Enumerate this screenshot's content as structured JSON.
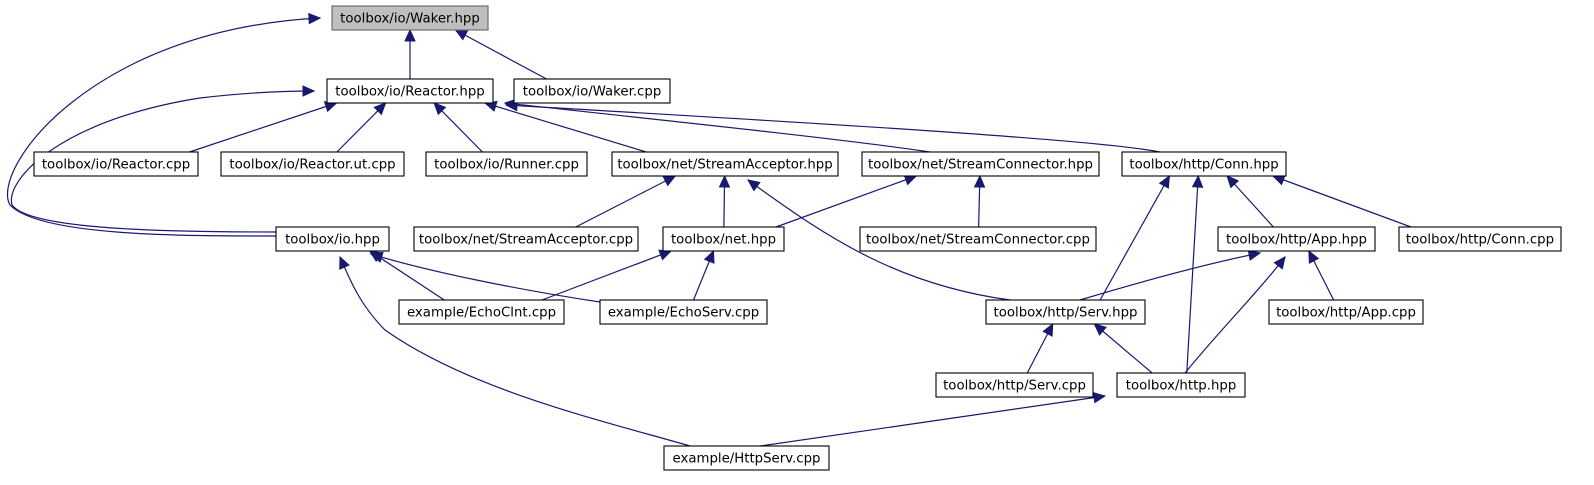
{
  "graph": {
    "colors": {
      "edge": "#191970",
      "root_fill": "#bfbfbf",
      "node_fill": "#ffffff"
    },
    "nodes": [
      {
        "id": "waker_hpp",
        "label": "toolbox/io/Waker.hpp",
        "root": true
      },
      {
        "id": "reactor_hpp",
        "label": "toolbox/io/Reactor.hpp"
      },
      {
        "id": "waker_cpp",
        "label": "toolbox/io/Waker.cpp"
      },
      {
        "id": "reactor_cpp",
        "label": "toolbox/io/Reactor.cpp"
      },
      {
        "id": "reactor_ut_cpp",
        "label": "toolbox/io/Reactor.ut.cpp"
      },
      {
        "id": "runner_cpp",
        "label": "toolbox/io/Runner.cpp"
      },
      {
        "id": "stream_acceptor_hpp",
        "label": "toolbox/net/StreamAcceptor.hpp"
      },
      {
        "id": "stream_connector_hpp",
        "label": "toolbox/net/StreamConnector.hpp"
      },
      {
        "id": "conn_hpp",
        "label": "toolbox/http/Conn.hpp"
      },
      {
        "id": "io_hpp",
        "label": "toolbox/io.hpp"
      },
      {
        "id": "stream_acceptor_cpp",
        "label": "toolbox/net/StreamAcceptor.cpp"
      },
      {
        "id": "net_hpp",
        "label": "toolbox/net.hpp"
      },
      {
        "id": "stream_connector_cpp",
        "label": "toolbox/net/StreamConnector.cpp"
      },
      {
        "id": "app_hpp",
        "label": "toolbox/http/App.hpp"
      },
      {
        "id": "conn_cpp",
        "label": "toolbox/http/Conn.cpp"
      },
      {
        "id": "echo_clnt_cpp",
        "label": "example/EchoClnt.cpp"
      },
      {
        "id": "echo_serv_cpp",
        "label": "example/EchoServ.cpp"
      },
      {
        "id": "serv_hpp",
        "label": "toolbox/http/Serv.hpp"
      },
      {
        "id": "app_cpp",
        "label": "toolbox/http/App.cpp"
      },
      {
        "id": "serv_cpp",
        "label": "toolbox/http/Serv.cpp"
      },
      {
        "id": "http_hpp",
        "label": "toolbox/http.hpp"
      },
      {
        "id": "http_serv_cpp",
        "label": "example/HttpServ.cpp"
      }
    ],
    "edges": [
      {
        "from": "reactor_hpp",
        "to": "waker_hpp"
      },
      {
        "from": "waker_cpp",
        "to": "waker_hpp"
      },
      {
        "from": "io_hpp",
        "to": "waker_hpp"
      },
      {
        "from": "reactor_cpp",
        "to": "reactor_hpp"
      },
      {
        "from": "reactor_ut_cpp",
        "to": "reactor_hpp"
      },
      {
        "from": "runner_cpp",
        "to": "reactor_hpp"
      },
      {
        "from": "stream_acceptor_hpp",
        "to": "reactor_hpp"
      },
      {
        "from": "stream_connector_hpp",
        "to": "reactor_hpp"
      },
      {
        "from": "conn_hpp",
        "to": "reactor_hpp"
      },
      {
        "from": "io_hpp",
        "to": "reactor_hpp"
      },
      {
        "from": "stream_acceptor_cpp",
        "to": "stream_acceptor_hpp"
      },
      {
        "from": "net_hpp",
        "to": "stream_acceptor_hpp"
      },
      {
        "from": "serv_hpp",
        "to": "stream_acceptor_hpp"
      },
      {
        "from": "net_hpp",
        "to": "stream_connector_hpp"
      },
      {
        "from": "stream_connector_cpp",
        "to": "stream_connector_hpp"
      },
      {
        "from": "serv_hpp",
        "to": "conn_hpp"
      },
      {
        "from": "http_hpp",
        "to": "conn_hpp"
      },
      {
        "from": "app_hpp",
        "to": "conn_hpp"
      },
      {
        "from": "conn_cpp",
        "to": "conn_hpp"
      },
      {
        "from": "echo_clnt_cpp",
        "to": "io_hpp"
      },
      {
        "from": "echo_serv_cpp",
        "to": "io_hpp"
      },
      {
        "from": "http_serv_cpp",
        "to": "io_hpp"
      },
      {
        "from": "echo_clnt_cpp",
        "to": "net_hpp"
      },
      {
        "from": "echo_serv_cpp",
        "to": "net_hpp"
      },
      {
        "from": "serv_hpp",
        "to": "app_hpp"
      },
      {
        "from": "http_hpp",
        "to": "app_hpp"
      },
      {
        "from": "app_cpp",
        "to": "app_hpp"
      },
      {
        "from": "serv_cpp",
        "to": "serv_hpp"
      },
      {
        "from": "http_hpp",
        "to": "serv_hpp"
      },
      {
        "from": "http_serv_cpp",
        "to": "http_hpp"
      }
    ]
  }
}
